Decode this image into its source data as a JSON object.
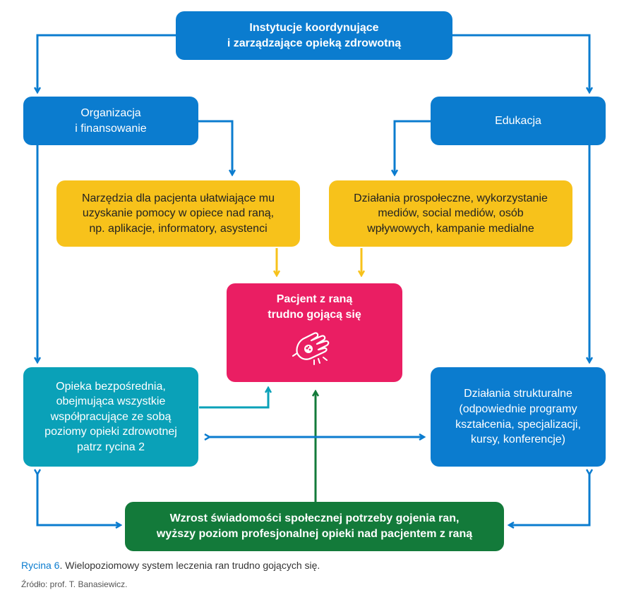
{
  "boxes": {
    "top": "Instytucje koordynujące\ni zarządzające opieką zdrowotną",
    "org": "Organizacja\ni finansowanie",
    "edu": "Edukacja",
    "tools": "Narzędzia dla pacjenta ułatwiające mu\nuzyskanie pomocy w opiece nad raną,\nnp. aplikacje, informatory, asystenci",
    "social": "Działania prospołeczne, wykorzystanie\nmediów, social mediów, osób\nwpływowych, kampanie medialne",
    "patient": "Pacjent z raną\ntrudno gojącą się",
    "care": "Opieka bezpośrednia,\nobejmująca wszystkie\nwspółpracujące ze sobą\npoziomy opieki zdrowotnej\npatrz rycina 2",
    "structural": "Działania strukturalne\n(odpowiednie programy\nkształcenia, specjalizacji,\nkursy, konferencje)",
    "awareness": "Wzrost świadomości społecznej potrzeby gojenia ran,\nwyższy poziom profesjonalnej opieki nad pacjentem z raną"
  },
  "caption": {
    "label": "Rycina 6",
    "text": ". Wielopoziomowy system leczenia ran trudno gojących się."
  },
  "source": "Źródło: prof. T. Banasiewicz.",
  "colors": {
    "blue": "#0b7ccf",
    "yellow": "#f7c21b",
    "teal": "#0aa1b8",
    "magenta": "#ea1e63",
    "green": "#137a3a"
  },
  "icons": {
    "patient": "hand-wound-icon"
  }
}
